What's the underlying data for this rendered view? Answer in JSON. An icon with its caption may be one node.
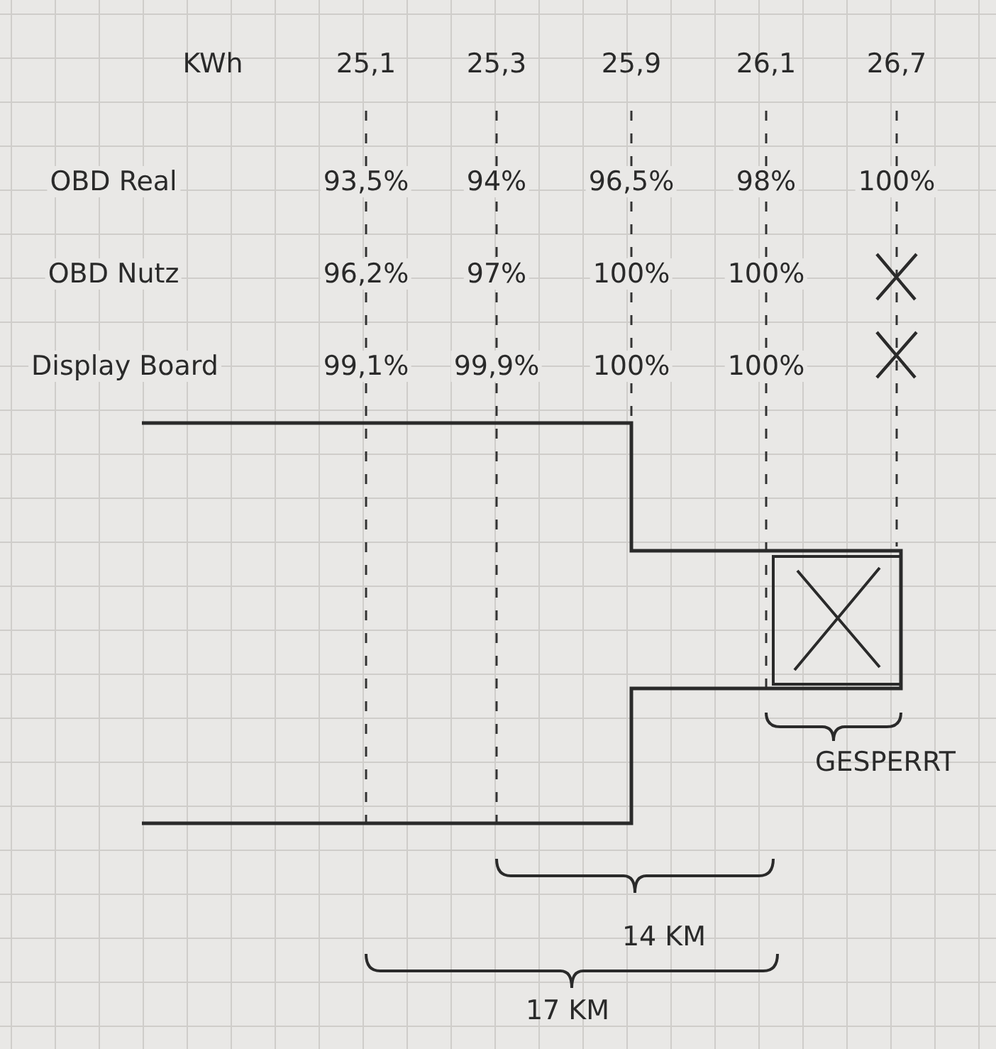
{
  "diagram": {
    "labels": [
      "KWh",
      "25,1",
      "25,3",
      "25,9",
      "26,1",
      "26,7",
      "OBD Real",
      "93,5%",
      "94%",
      "96,5%",
      "98%",
      "100%",
      "OBD Nutz",
      "96,2%",
      "97%",
      "100%",
      "100%",
      "Display Board",
      "99,1%",
      "99,9%",
      "100%",
      "100%",
      "GESPERRT",
      "14 KM",
      "17 KM"
    ]
  }
}
